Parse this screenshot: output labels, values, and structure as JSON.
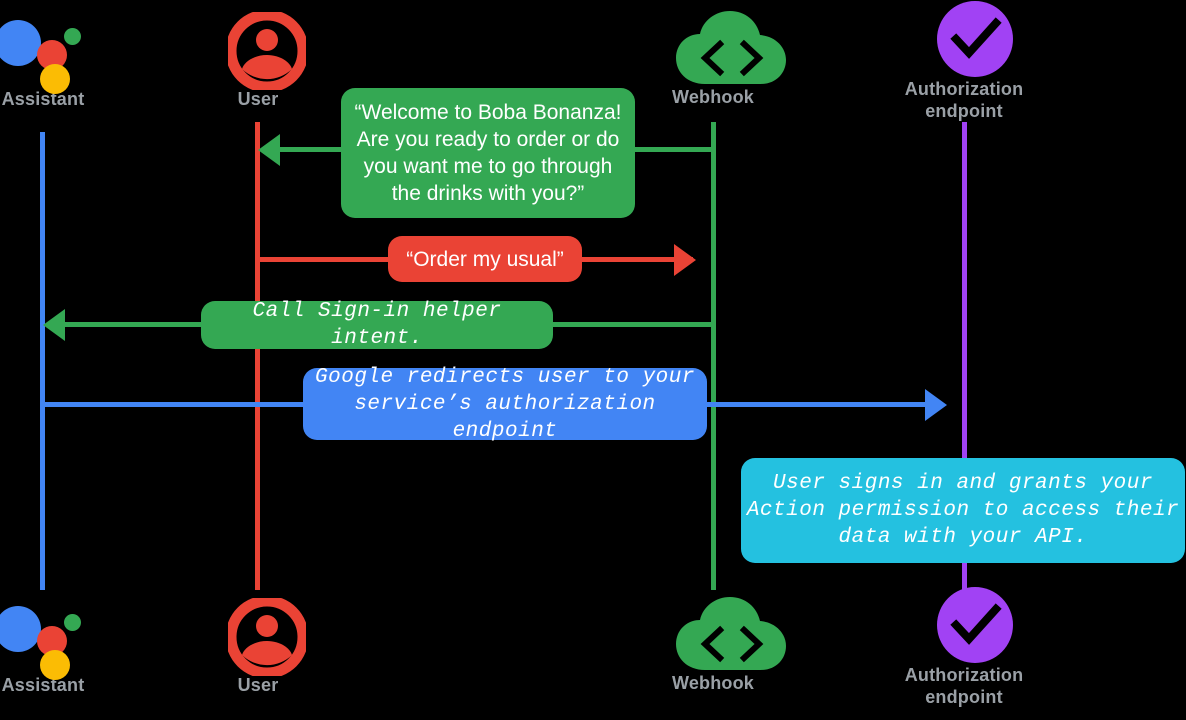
{
  "diagram": {
    "title": "Account linking sequence diagram",
    "background": "#000000",
    "colors": {
      "assistant_blue": "#4285F4",
      "user_red": "#EA4335",
      "webhook_green": "#34A853",
      "auth_purple": "#A142F4",
      "info_cyan": "#24C1E0",
      "label_gray": "#9aa0a6",
      "text_white": "#FFFFFF",
      "google_yellow": "#FBBC04"
    }
  },
  "actors": [
    {
      "id": "assistant",
      "label": "Assistant",
      "icon": "google-assistant-dots-icon",
      "lifeline_color": "#4285F4"
    },
    {
      "id": "user",
      "label": "User",
      "icon": "user-avatar-icon",
      "lifeline_color": "#EA4335"
    },
    {
      "id": "webhook",
      "label": "Webhook",
      "icon": "cloud-code-icon",
      "lifeline_color": "#34A853"
    },
    {
      "id": "authorization",
      "label": "Authorization\nendpoint",
      "icon": "purple-check-circle-icon",
      "lifeline_color": "#A142F4"
    }
  ],
  "messages": [
    {
      "id": "welcome",
      "from": "webhook",
      "to": "user",
      "direction": "left",
      "color": "#34A853",
      "font": "sans",
      "text": "“Welcome to Boba Bonanza!\nAre you ready to order or do\nyou want me to go through\nthe drinks with you?”"
    },
    {
      "id": "order-my-usual",
      "from": "user",
      "to": "webhook",
      "direction": "right",
      "color": "#EA4335",
      "font": "sans",
      "text": "“Order my usual”"
    },
    {
      "id": "call-signin-helper",
      "from": "webhook",
      "to": "assistant",
      "direction": "left",
      "color": "#34A853",
      "font": "mono",
      "text": "Call Sign-in helper intent."
    },
    {
      "id": "google-redirect",
      "from": "assistant",
      "to": "authorization",
      "direction": "right",
      "color": "#4285F4",
      "font": "mono",
      "text": "Google redirects user to your\nservice’s authorization endpoint"
    },
    {
      "id": "user-signs-in",
      "from": "authorization",
      "to": "authorization",
      "direction": "none",
      "color": "#24C1E0",
      "font": "mono",
      "text": "User signs in and grants your\nAction permission to access their\ndata with your API."
    }
  ]
}
